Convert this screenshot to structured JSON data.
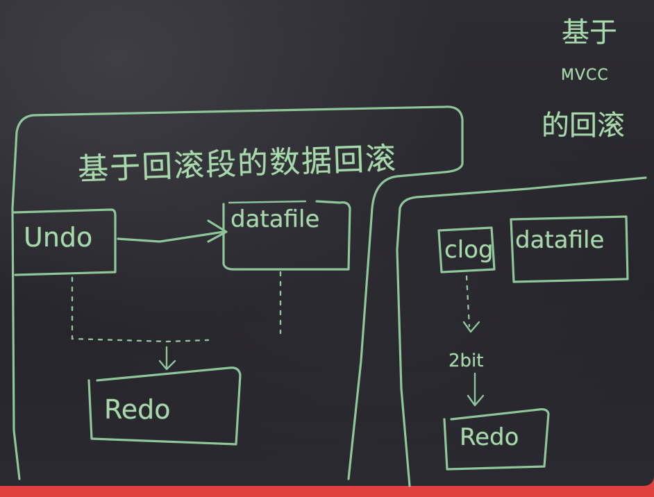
{
  "left_panel": {
    "title": "基于回滚段的数据回滚",
    "boxes": {
      "undo": "Undo",
      "datafile": "datafile",
      "redo": "Redo"
    }
  },
  "right_panel": {
    "title_line1": "基于",
    "title_line2": "MVCC",
    "title_line3": "的回滚",
    "boxes": {
      "clog": "clog",
      "datafile": "datafile",
      "bit": "2bit",
      "redo": "Redo"
    }
  },
  "colors": {
    "chalk": "#8fc79a",
    "board": "#2a2930",
    "frame": "#e0403f"
  }
}
